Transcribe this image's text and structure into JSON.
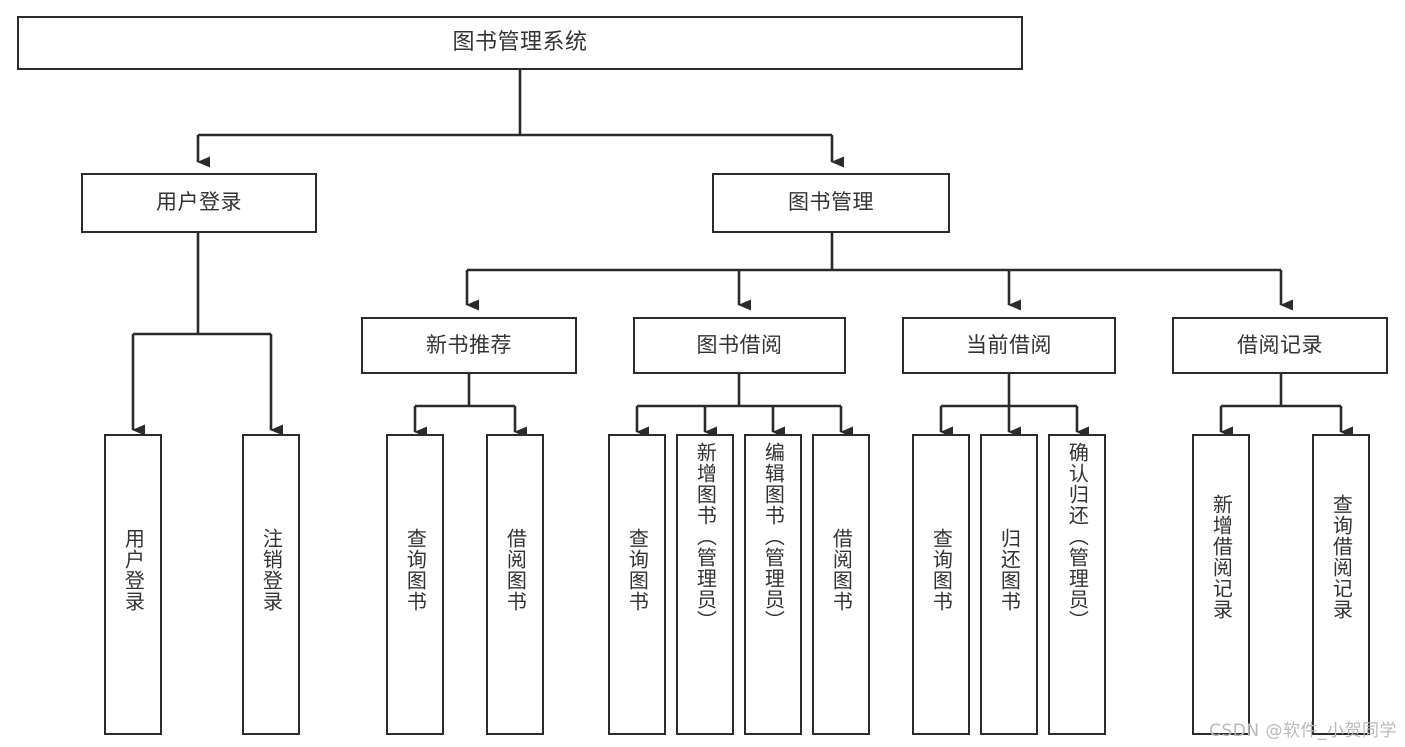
{
  "diagram": {
    "title": "图书管理系统",
    "watermark": "CSDN @软件_小贺同学",
    "colors": {
      "box_border": "#2b2b2b",
      "text": "#333333",
      "edge": "#2b2b2b",
      "background": "#ffffff",
      "watermark": "#b9b9b9"
    },
    "levels": {
      "root": {
        "label": "图书管理系统"
      },
      "tier1": [
        {
          "label": "用户登录"
        },
        {
          "label": "图书管理"
        }
      ],
      "tier2": [
        {
          "label": "新书推荐"
        },
        {
          "label": "图书借阅"
        },
        {
          "label": "当前借阅"
        },
        {
          "label": "借阅记录"
        }
      ],
      "leaves": {
        "user_login": [
          {
            "label": "用户登录"
          },
          {
            "label": "注销登录"
          }
        ],
        "new_book_recommend": [
          {
            "label": "查询图书"
          },
          {
            "label": "借阅图书"
          }
        ],
        "book_borrow": [
          {
            "label": "查询图书"
          },
          {
            "label": "新增图书（管理员）"
          },
          {
            "label": "编辑图书（管理员）"
          },
          {
            "label": "借阅图书"
          }
        ],
        "current_borrow": [
          {
            "label": "查询图书"
          },
          {
            "label": "归还图书"
          },
          {
            "label": "确认归还（管理员）"
          }
        ],
        "borrow_record": [
          {
            "label": "新增借阅记录"
          },
          {
            "label": "查询借阅记录"
          }
        ]
      }
    }
  }
}
